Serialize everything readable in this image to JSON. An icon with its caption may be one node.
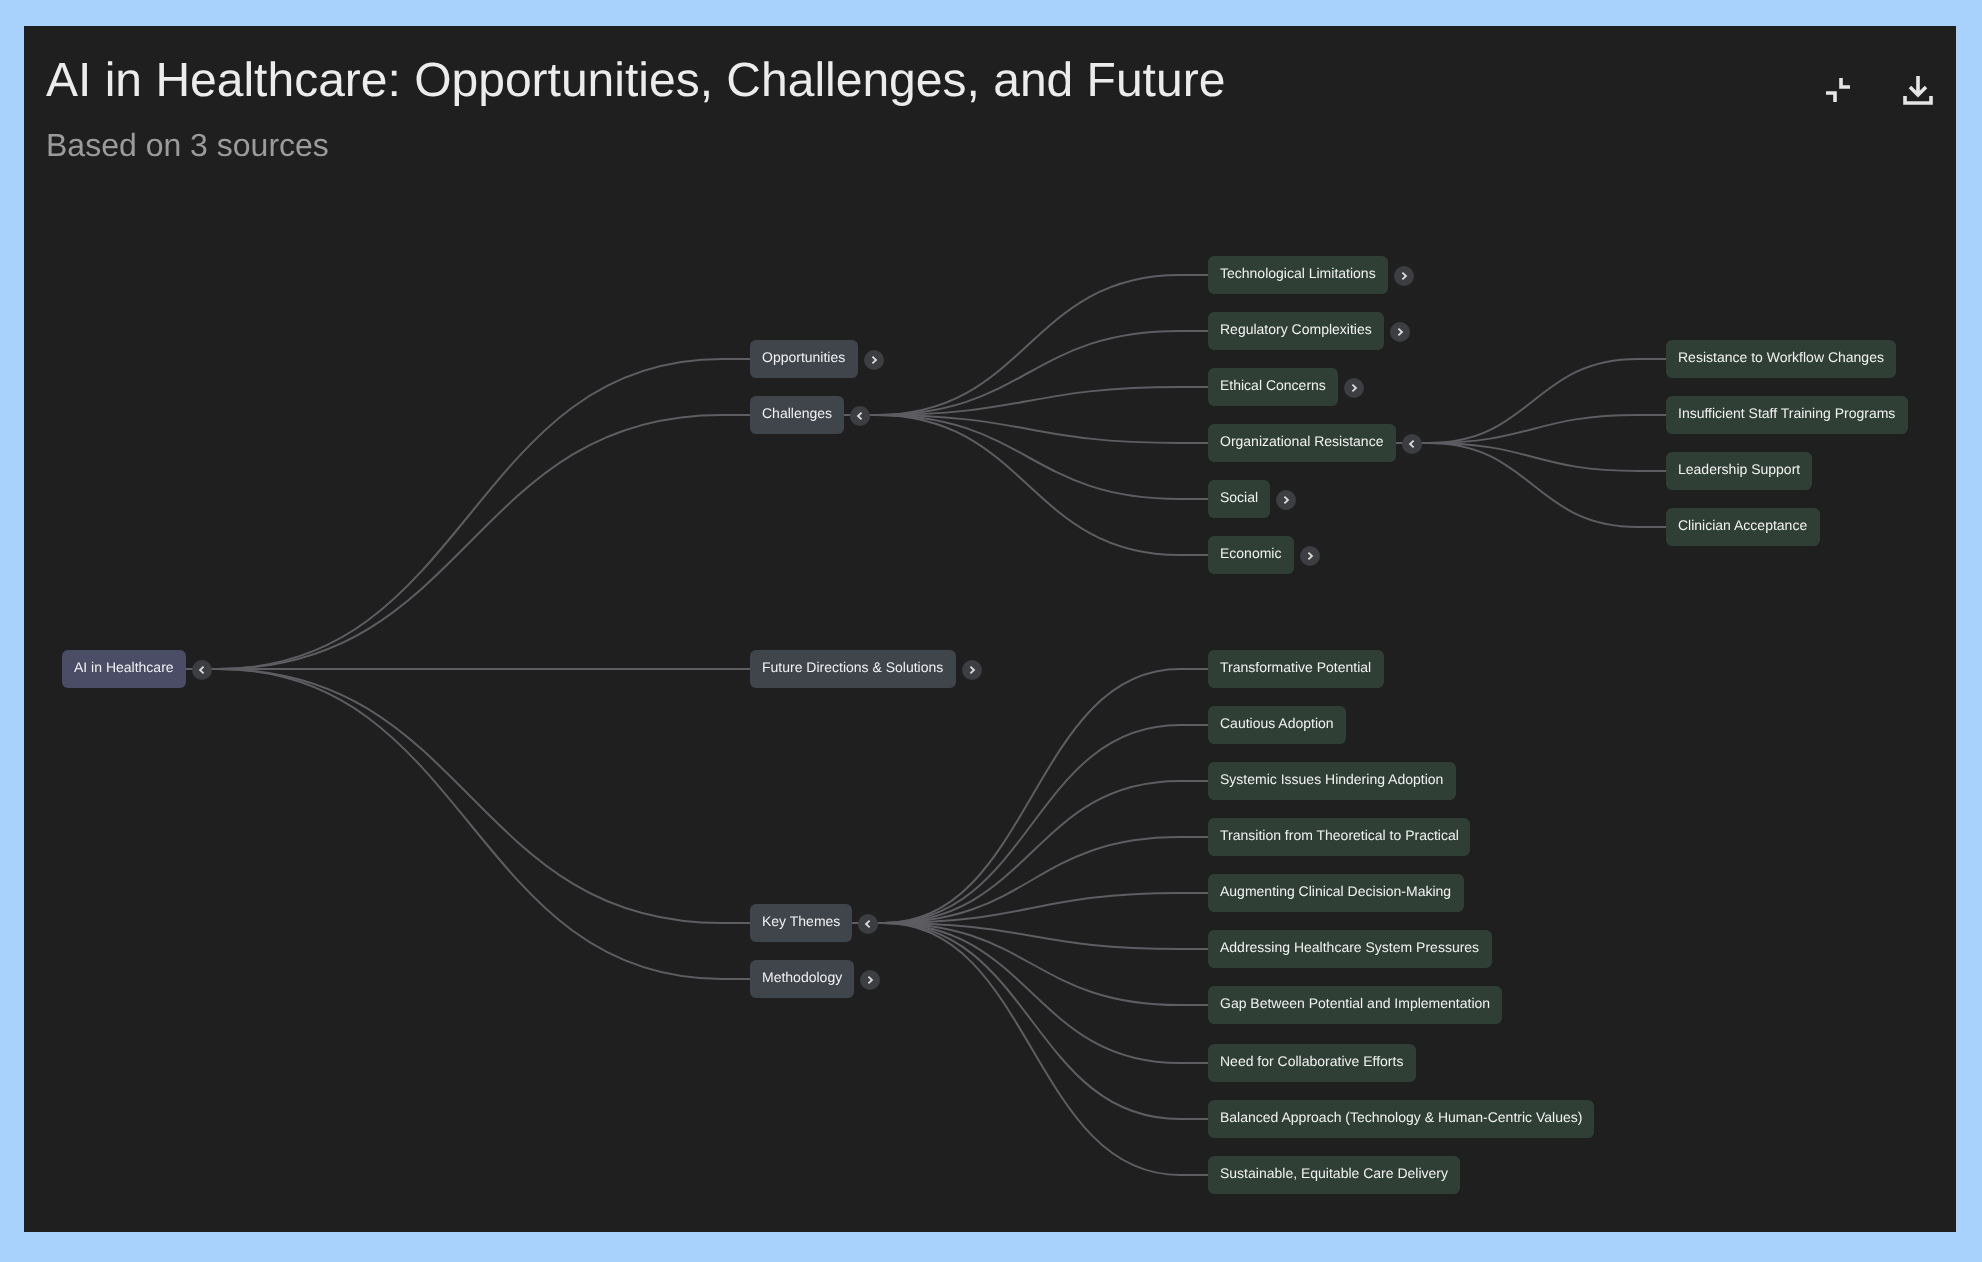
{
  "diagram": {
    "title": "AI in Healthcare: Opportunities, Challenges, and Future",
    "nodes": [
      {
        "text": [
          "AI in Healthcare"
        ]
      },
      {
        "text": [
          "Opportunities"
        ]
      },
      {
        "text": [
          "Challenges"
        ]
      },
      {
        "text": [
          "Future Directions & Solutions"
        ]
      },
      {
        "text": [
          "Key Themes"
        ]
      },
      {
        "text": [
          "Methodology"
        ]
      },
      {
        "text": [
          "Technological Limitations"
        ]
      },
      {
        "text": [
          "Regulatory Complexities"
        ]
      },
      {
        "text": [
          "Ethical Concerns"
        ]
      },
      {
        "text": [
          "Organizational Resistance"
        ]
      },
      {
        "text": [
          "Social"
        ]
      },
      {
        "text": [
          "Economic"
        ]
      },
      {
        "text": [
          "Resistance to Workflow Changes"
        ]
      },
      {
        "text": [
          "Insufficient Staff Training Programs"
        ]
      },
      {
        "text": [
          "Leadership Support"
        ]
      },
      {
        "text": [
          "Clinician Acceptance"
        ]
      },
      {
        "text": [
          "Transformative Potential"
        ]
      },
      {
        "text": [
          "Cautious Adoption"
        ]
      },
      {
        "text": [
          "Systemic Issues Hindering Adoption"
        ]
      },
      {
        "text": [
          "Transition from Theoretical to Practical"
        ]
      },
      {
        "text": [
          "Augmenting Clinical Decision-Making"
        ]
      },
      {
        "text": [
          "Addressing Healthcare System Pressures"
        ]
      },
      {
        "text": [
          "Gap Between Potential and Implementation"
        ]
      },
      {
        "text": [
          "Need for Collaborative Efforts"
        ]
      },
      {
        "text": [
          "Balanced Approach (Technology & Human-Centric Values)"
        ]
      },
      {
        "text": [
          "Sustainable, Equitable Care Delivery"
        ]
      }
    ],
    "edges": [
      {
        "from": 0,
        "to": 1,
        "arrow": "none"
      },
      {
        "from": 0,
        "to": 2,
        "arrow": "none"
      },
      {
        "from": 0,
        "to": 3,
        "arrow": "none"
      },
      {
        "from": 0,
        "to": 4,
        "arrow": "none"
      },
      {
        "from": 0,
        "to": 5,
        "arrow": "none"
      },
      {
        "from": 2,
        "to": 6,
        "arrow": "none"
      },
      {
        "from": 2,
        "to": 7,
        "arrow": "none"
      },
      {
        "from": 2,
        "to": 8,
        "arrow": "none"
      },
      {
        "from": 2,
        "to": 9,
        "arrow": "none"
      },
      {
        "from": 2,
        "to": 10,
        "arrow": "none"
      },
      {
        "from": 2,
        "to": 11,
        "arrow": "none"
      },
      {
        "from": 9,
        "to": 12,
        "arrow": "none"
      },
      {
        "from": 9,
        "to": 13,
        "arrow": "none"
      },
      {
        "from": 9,
        "to": 14,
        "arrow": "none"
      },
      {
        "from": 9,
        "to": 15,
        "arrow": "none"
      },
      {
        "from": 4,
        "to": 16,
        "arrow": "none"
      },
      {
        "from": 4,
        "to": 17,
        "arrow": "none"
      },
      {
        "from": 4,
        "to": 18,
        "arrow": "none"
      },
      {
        "from": 4,
        "to": 19,
        "arrow": "none"
      },
      {
        "from": 4,
        "to": 20,
        "arrow": "none"
      },
      {
        "from": 4,
        "to": 21,
        "arrow": "none"
      },
      {
        "from": 4,
        "to": 22,
        "arrow": "none"
      },
      {
        "from": 4,
        "to": 23,
        "arrow": "none"
      },
      {
        "from": 4,
        "to": 24,
        "arrow": "none"
      },
      {
        "from": 4,
        "to": 25,
        "arrow": "none"
      }
    ],
    "labels": [
      "Based on 3 sources"
    ]
  }
}
